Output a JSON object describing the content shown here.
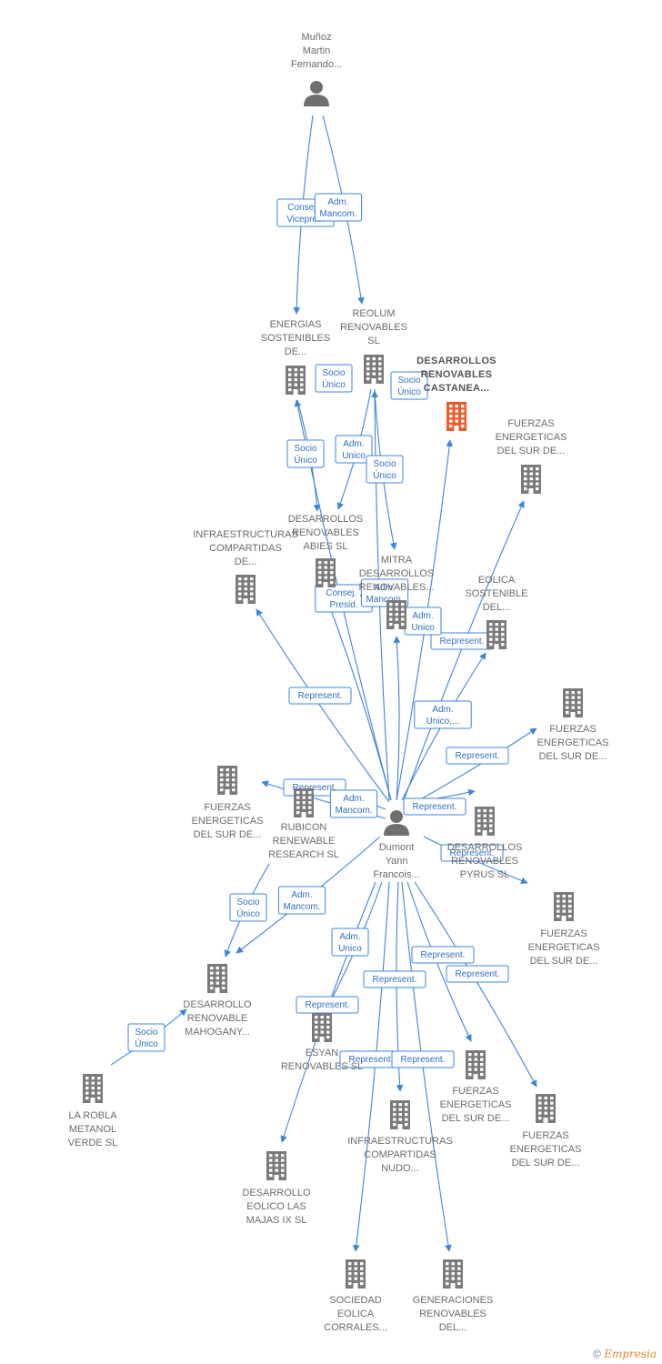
{
  "nodes": [
    {
      "id": "munoz",
      "type": "person",
      "label": [
        "Muñoz",
        "Martin",
        "Fernando..."
      ]
    },
    {
      "id": "dumont",
      "type": "person",
      "label": [
        "Dumont",
        "Yann",
        "Francois..."
      ]
    },
    {
      "id": "energias",
      "type": "company",
      "label": [
        "ENERGIAS",
        "SOSTENIBLES",
        "DE..."
      ]
    },
    {
      "id": "reolum",
      "type": "company",
      "label": [
        "REOLUM",
        "RENOVABLES",
        "SL"
      ]
    },
    {
      "id": "castanea",
      "type": "company",
      "highlight": true,
      "label": [
        "DESARROLLOS",
        "RENOVABLES",
        "CASTANEA..."
      ]
    },
    {
      "id": "fuerzas1",
      "type": "company",
      "label": [
        "FUERZAS",
        "ENERGETICAS",
        "DEL SUR DE..."
      ]
    },
    {
      "id": "abies",
      "type": "company",
      "label": [
        "DESARROLLOS",
        "RENOVABLES",
        "ABIES SL"
      ]
    },
    {
      "id": "infra1",
      "type": "company",
      "label": [
        "INFRAESTRUCTURAS",
        "COMPARTIDAS",
        "DE..."
      ]
    },
    {
      "id": "mitra",
      "type": "company",
      "label": [
        "MITRA",
        "DESARROLLOS",
        "RENOVABLES..."
      ]
    },
    {
      "id": "eolica",
      "type": "company",
      "label": [
        "EOLICA",
        "SOSTENIBLE",
        "DEL..."
      ]
    },
    {
      "id": "fuerzas2",
      "type": "company",
      "label": [
        "FUERZAS",
        "ENERGETICAS",
        "DEL SUR DE..."
      ]
    },
    {
      "id": "fuerzas3",
      "type": "company",
      "label": [
        "FUERZAS",
        "ENERGETICAS",
        "DEL SUR DE..."
      ]
    },
    {
      "id": "rubicon",
      "type": "company",
      "label": [
        "RUBICON",
        "RENEWABLE",
        "RESEARCH SL"
      ]
    },
    {
      "id": "pyrus",
      "type": "company",
      "label": [
        "DESARROLLOS",
        "RENOVABLES",
        "PYRUS SL"
      ]
    },
    {
      "id": "fuerzas4",
      "type": "company",
      "label": [
        "FUERZAS",
        "ENERGETICAS",
        "DEL SUR DE..."
      ]
    },
    {
      "id": "mahogany",
      "type": "company",
      "label": [
        "DESARROLLO",
        "RENOVABLE",
        "MAHOGANY..."
      ]
    },
    {
      "id": "larobla",
      "type": "company",
      "label": [
        "LA ROBLA",
        "METANOL",
        "VERDE SL"
      ]
    },
    {
      "id": "esyan",
      "type": "company",
      "label": [
        "ESYAN",
        "RENOVABLES SL"
      ]
    },
    {
      "id": "fuerzas5",
      "type": "company",
      "label": [
        "FUERZAS",
        "ENERGETICAS",
        "DEL SUR DE..."
      ]
    },
    {
      "id": "fuerzas6",
      "type": "company",
      "label": [
        "FUERZAS",
        "ENERGETICAS",
        "DEL SUR DE..."
      ]
    },
    {
      "id": "infra2",
      "type": "company",
      "label": [
        "INFRAESTRUCTURAS",
        "COMPARTIDAS",
        "NUDO..."
      ]
    },
    {
      "id": "majas",
      "type": "company",
      "label": [
        "DESARROLLO",
        "EOLICO LAS",
        "MAJAS IX SL"
      ]
    },
    {
      "id": "corrales",
      "type": "company",
      "label": [
        "SOCIEDAD",
        "EOLICA",
        "CORRALES..."
      ]
    },
    {
      "id": "generaciones",
      "type": "company",
      "label": [
        "GENERACIONES",
        "RENOVABLES",
        "DEL..."
      ]
    }
  ],
  "edges": [
    {
      "from": "munoz",
      "to": "energias",
      "label": [
        "Consej. ,",
        "Vicepres."
      ]
    },
    {
      "from": "munoz",
      "to": "reolum",
      "label": [
        "Adm.",
        "Mancom."
      ]
    },
    {
      "from": "dumont",
      "to": "energias",
      "label": [
        "Socio",
        "Único"
      ]
    },
    {
      "from": "reolum",
      "to": "abies",
      "label": [
        "Adm.",
        "Unico"
      ]
    },
    {
      "from": "reolum",
      "to": "mitra",
      "label": [
        "Socio",
        "Único"
      ]
    },
    {
      "from": "energias",
      "to": "abies",
      "label": [
        "Socio",
        "Único"
      ]
    },
    {
      "from": "dumont",
      "to": "reolum",
      "label": [
        "Socio",
        "Único"
      ]
    },
    {
      "from": "dumont",
      "to": "castanea",
      "label": [
        "Consej. ,",
        "Presid."
      ]
    },
    {
      "from": "dumont",
      "to": "fuerzas1",
      "label": [
        "Represent."
      ]
    },
    {
      "from": "dumont",
      "to": "abies",
      "label": [
        "Adm.",
        "Mancom."
      ]
    },
    {
      "from": "dumont",
      "to": "infra1",
      "label": [
        "Represent."
      ]
    },
    {
      "from": "dumont",
      "to": "mitra",
      "label": [
        "Adm.",
        "Unico"
      ]
    },
    {
      "from": "dumont",
      "to": "eolica",
      "label": [
        "Represent."
      ]
    },
    {
      "from": "dumont",
      "to": "fuerzas2",
      "label": [
        "Represent."
      ]
    },
    {
      "from": "dumont",
      "to": "fuerzas3",
      "label": [
        "Represent."
      ]
    },
    {
      "from": "dumont",
      "to": "pyrus",
      "label": [
        "Adm.",
        "Unico,..."
      ]
    },
    {
      "from": "dumont",
      "to": "fuerzas4",
      "label": [
        "Represent."
      ]
    },
    {
      "from": "dumont",
      "to": "mahogany",
      "label": [
        "Adm.",
        "Mancom."
      ]
    },
    {
      "from": "rubicon",
      "to": "mahogany",
      "label": [
        "Socio",
        "Único"
      ]
    },
    {
      "from": "larobla",
      "to": "mahogany",
      "label": [
        "Socio",
        "Único"
      ]
    },
    {
      "from": "dumont",
      "to": "majas",
      "label": [
        "Adm.",
        "Unico"
      ]
    },
    {
      "from": "dumont",
      "to": "esyan",
      "label": [
        "Represent."
      ]
    },
    {
      "from": "dumont",
      "to": "fuerzas5",
      "label": [
        "Represent."
      ]
    },
    {
      "from": "dumont",
      "to": "fuerzas6",
      "label": [
        "Represent."
      ]
    },
    {
      "from": "dumont",
      "to": "infra2",
      "label": [
        "Represent."
      ]
    },
    {
      "from": "dumont",
      "to": "corrales",
      "label": [
        "Represent."
      ]
    },
    {
      "from": "dumont",
      "to": "generaciones",
      "label": [
        "Represent."
      ]
    },
    {
      "from": "dumont",
      "to": "rubicon",
      "label": [
        "Adm.",
        "Mancom."
      ]
    }
  ],
  "footer": {
    "copyright_symbol": "©",
    "brand": "Empresia"
  }
}
